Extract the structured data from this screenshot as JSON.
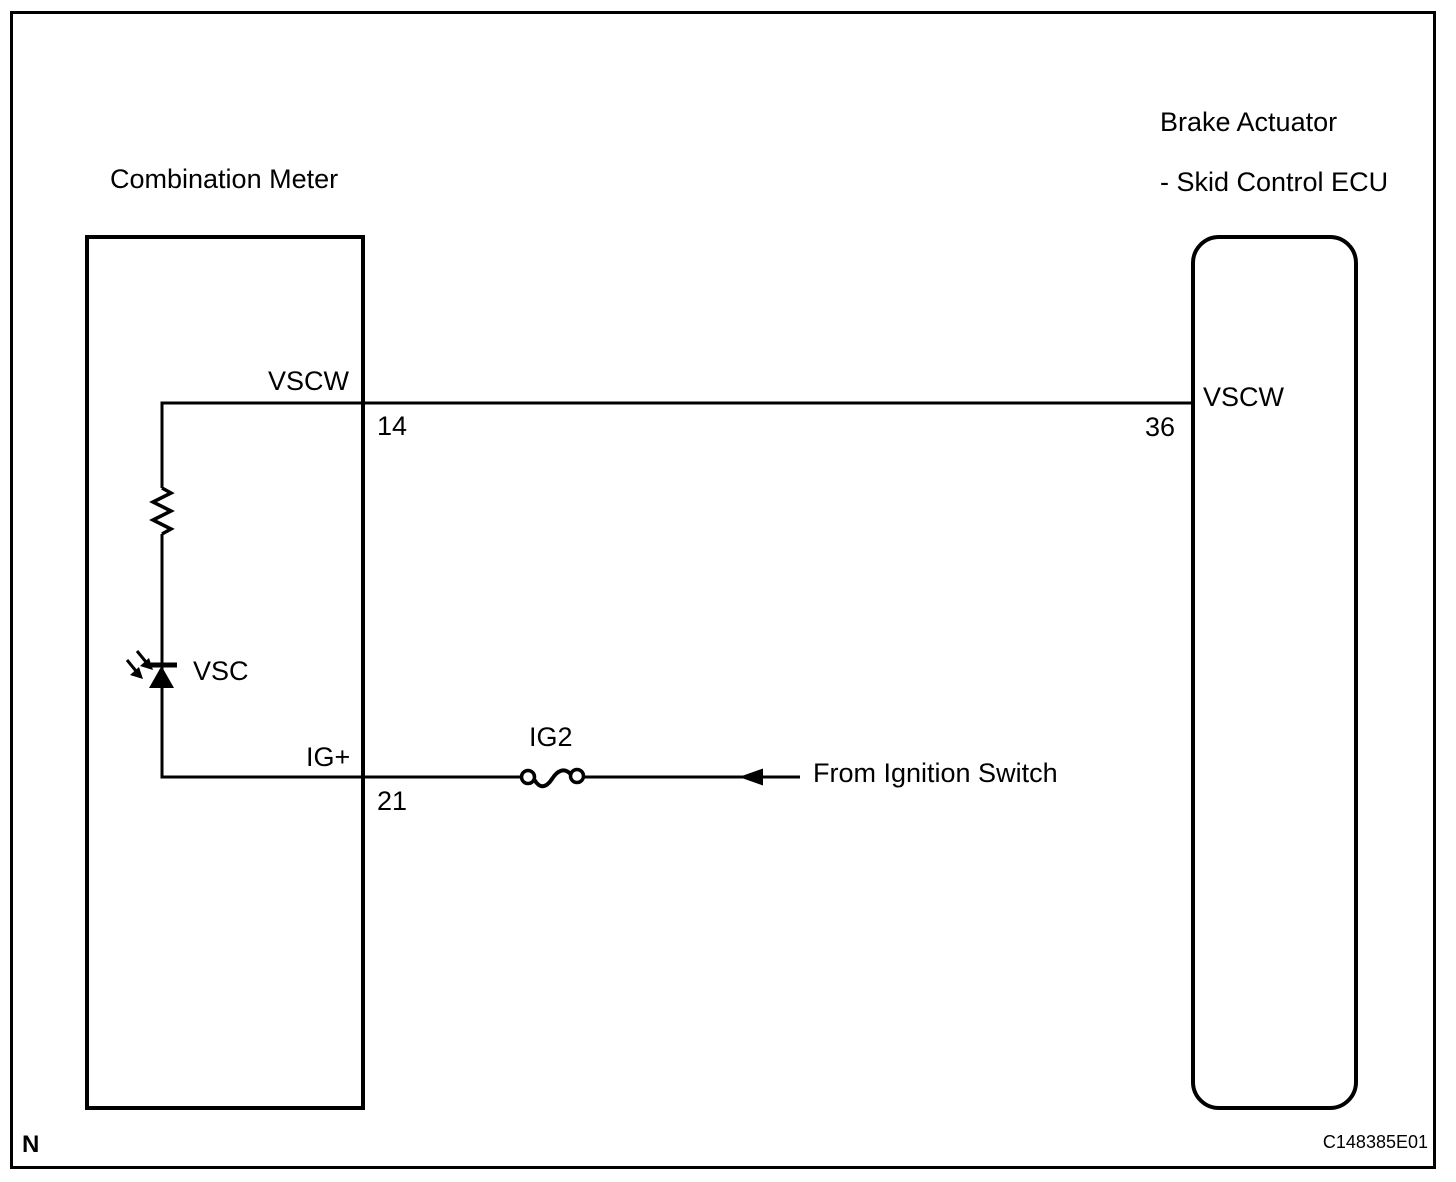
{
  "page": {
    "background_color": "#ffffff",
    "line_color": "#000000"
  },
  "left_component": {
    "title": "Combination Meter",
    "pins": [
      {
        "signal": "VSCW",
        "number": "14"
      },
      {
        "signal": "IG+",
        "number": "21"
      }
    ],
    "indicator_label": "VSC"
  },
  "right_component": {
    "title_line1": "Brake Actuator",
    "title_line2": "- Skid Control ECU",
    "pins": [
      {
        "signal": "VSCW",
        "number": "36"
      }
    ]
  },
  "fuse": {
    "label": "IG2"
  },
  "external_source": {
    "label": "From Ignition Switch"
  },
  "footer": {
    "page_marker": "N",
    "figure_code": "C148385E01"
  }
}
